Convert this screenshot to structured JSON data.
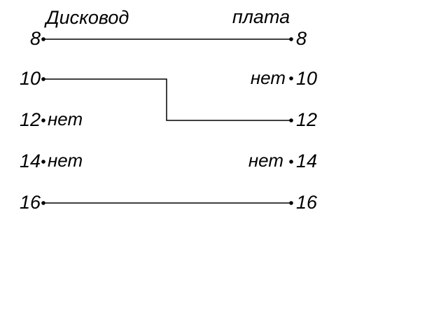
{
  "diagram": {
    "left_header": "Дисковод",
    "right_header": "плата",
    "rows": [
      {
        "left_pin": "8",
        "right_pin": "8"
      },
      {
        "left_pin": "10",
        "right_note": "нет",
        "right_pin": "10"
      },
      {
        "left_pin": "12",
        "left_note": "нет",
        "right_pin": "12"
      },
      {
        "left_pin": "14",
        "left_note": "нет",
        "right_note": "нет",
        "right_pin": "14"
      },
      {
        "left_pin": "16",
        "right_pin": "16"
      }
    ],
    "connections": [
      {
        "from_left": "8",
        "to_right": "8",
        "shape": "straight"
      },
      {
        "from_left": "10",
        "to_right": "12",
        "shape": "stepped"
      },
      {
        "from_left": "16",
        "to_right": "16",
        "shape": "straight"
      }
    ],
    "colors": {
      "ink": "#000000",
      "background": "#ffffff"
    }
  }
}
